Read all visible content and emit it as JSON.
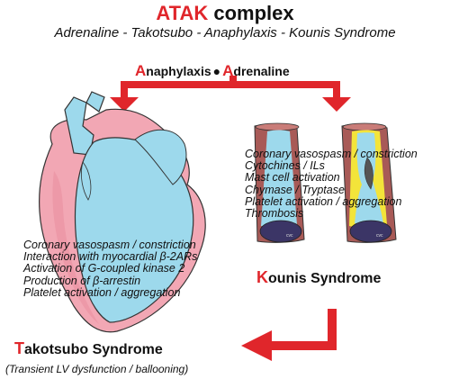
{
  "title": {
    "prefix": "ATAK",
    "suffix": " complex"
  },
  "subtitle": "Adrenaline - Takotsubo - Anaphylaxis - Kounis Syndrome",
  "trigger": {
    "left_initial": "A",
    "left_rest": "naphylaxis",
    "separator": "●",
    "right_initial": "A",
    "right_rest": "drenaline"
  },
  "kounis": {
    "mechanisms": [
      "Coronary vasospasm / constriction",
      "Cytochines / ILs",
      "Mast cell activation",
      "Chymase / Tryptase",
      "Platelet activation / aggregation",
      "Thrombosis"
    ],
    "heading_initial": "K",
    "heading_rest": "ounis Syndrome"
  },
  "takotsubo": {
    "mechanisms": [
      "Coronary vasospasm / constriction",
      "Interaction with myocardial  β-2ARs",
      "Activation of G-coupled kinase 2",
      "Production of β-arrestin",
      "Platelet activation / aggregation"
    ],
    "heading_initial": "T",
    "heading_rest": "akotsubo Syndrome",
    "note": "(Transient LV dysfunction / ballooning)"
  },
  "colors": {
    "accent_red": "#e0262b",
    "myocardium_pink": "#f2a7b4",
    "blood_blue": "#9dd9ec",
    "vessel_wall": "#a85a57",
    "vessel_lumen_dark": "#3b3566",
    "plaque_yellow": "#f3e43a"
  }
}
